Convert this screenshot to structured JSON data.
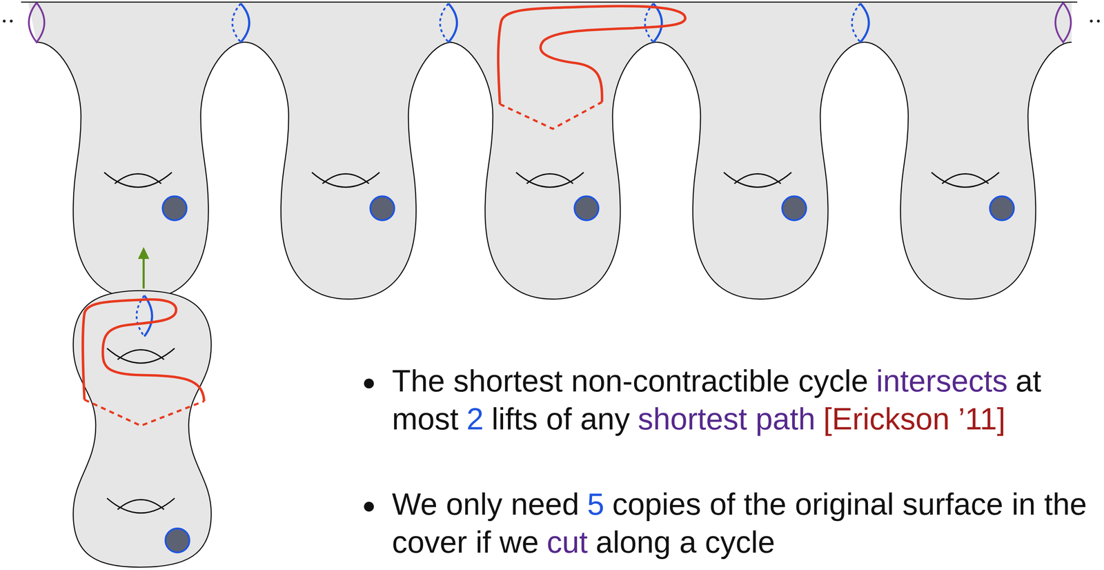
{
  "diagram": {
    "labels": [
      "The shortest non-contractible cycle",
      "intersects",
      "at most",
      "2",
      "lifts of any",
      "shortest path",
      "[Erickson ’11]",
      "We only need",
      "5",
      "copies of the original surface in the cover if we",
      "cut",
      "along a cycle"
    ]
  }
}
